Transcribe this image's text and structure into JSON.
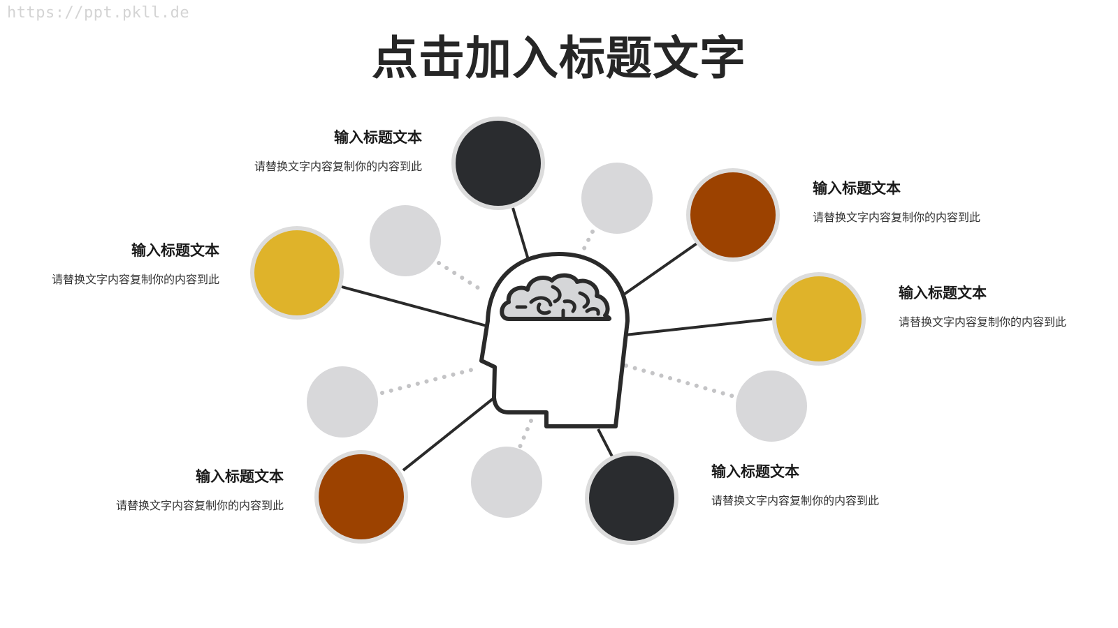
{
  "watermark": "https://ppt.pkll.de",
  "title": "点击加入标题文字",
  "colors": {
    "dark": "#2a2c2f",
    "rust": "#9c4200",
    "gold": "#dfb32a",
    "ring": "#dcdcdc",
    "placeholder": "#d8d8da",
    "line": "#2a2a2a",
    "dots": "#c4c4c6",
    "brain_fill": "#d5d6d8"
  },
  "center": {
    "icon": "head-brain-icon"
  },
  "nodes": [
    {
      "id": "top-left",
      "color": "dark",
      "title": "输入标题文本",
      "desc": "请替换文字内容复制你的内容到此"
    },
    {
      "id": "left",
      "color": "gold",
      "title": "输入标题文本",
      "desc": "请替换文字内容复制你的内容到此"
    },
    {
      "id": "bottom-left",
      "color": "rust",
      "title": "输入标题文本",
      "desc": "请替换文字内容复制你的内容到此"
    },
    {
      "id": "top-right",
      "color": "rust",
      "title": "输入标题文本",
      "desc": "请替换文字内容复制你的内容到此"
    },
    {
      "id": "right",
      "color": "gold",
      "title": "输入标题文本",
      "desc": "请替换文字内容复制你的内容到此"
    },
    {
      "id": "bottom-right",
      "color": "dark",
      "title": "输入标题文本",
      "desc": "请替换文字内容复制你的内容到此"
    }
  ]
}
